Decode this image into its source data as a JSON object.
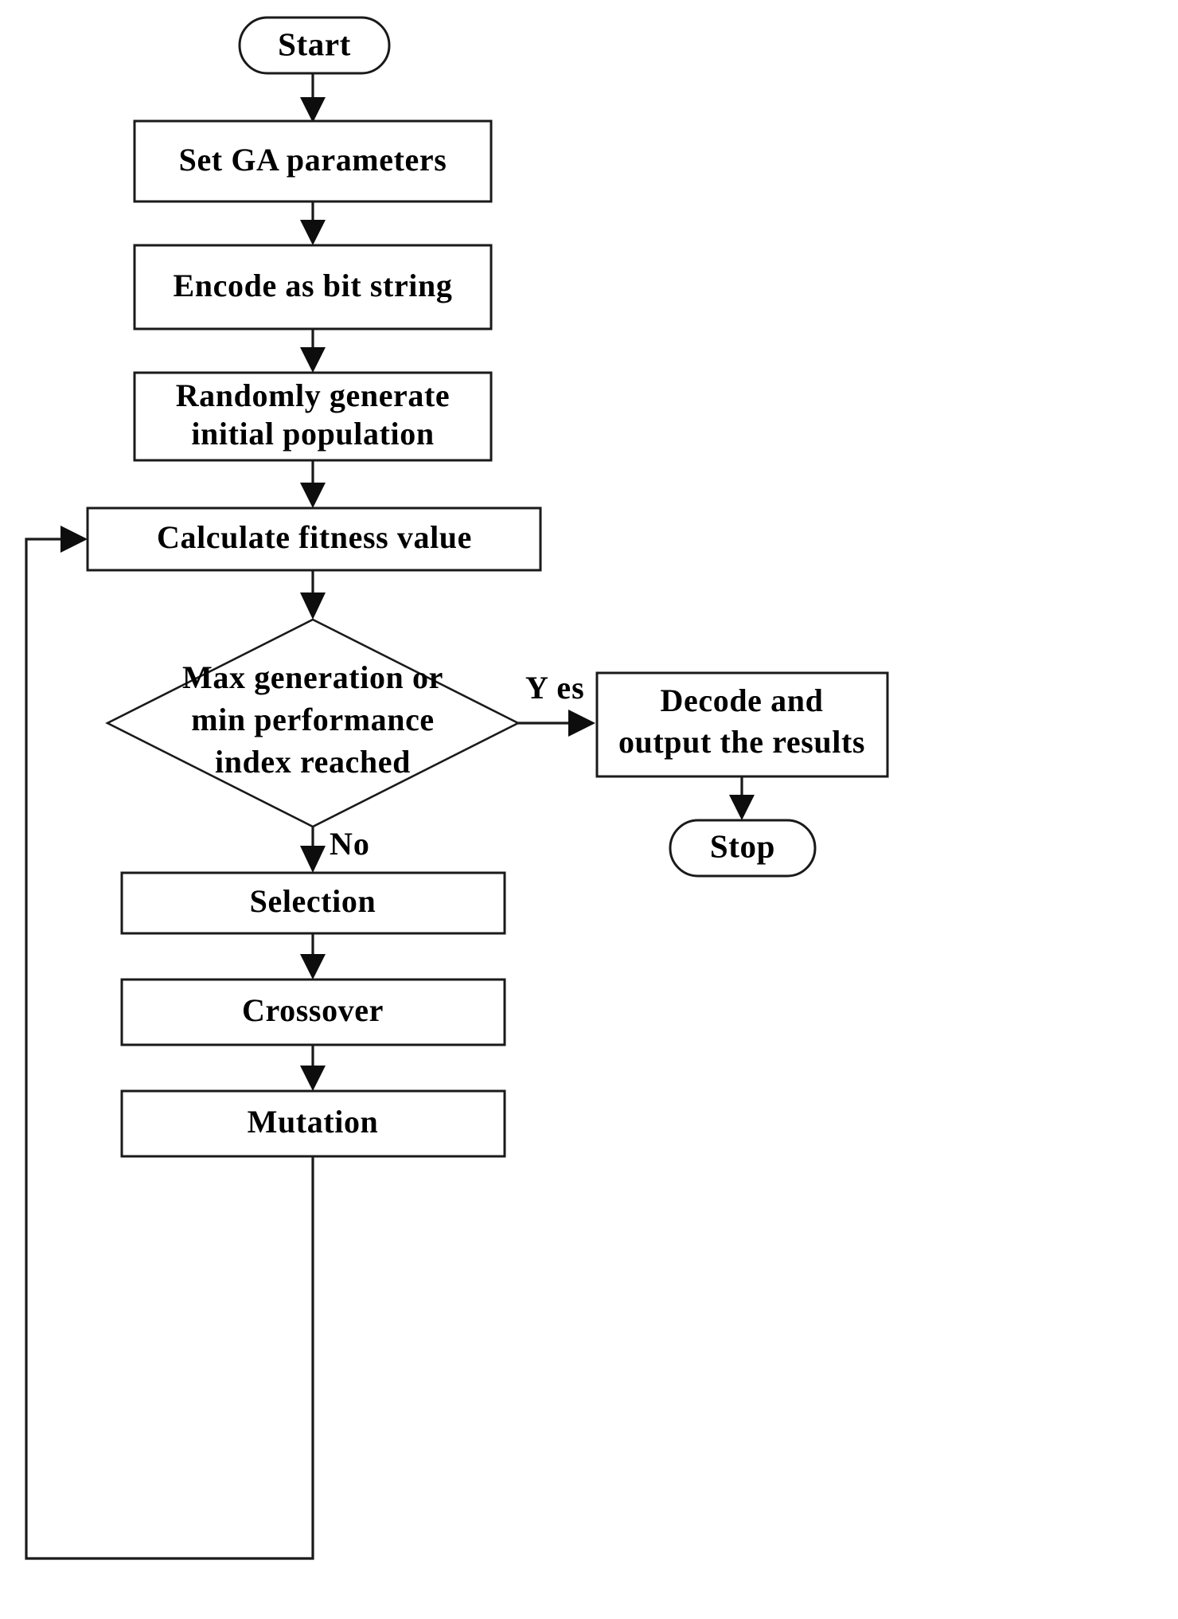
{
  "diagram": {
    "title": "Genetic Algorithm Flowchart",
    "colors": {
      "stroke": "#1a1a1a",
      "fill": "#ffffff",
      "text": "#000000"
    },
    "nodes": {
      "start": {
        "label": "Start",
        "shape": "terminal"
      },
      "set_params": {
        "label": "Set GA parameters",
        "shape": "process"
      },
      "encode": {
        "label": "Encode as bit string",
        "shape": "process"
      },
      "random_init_line1": {
        "label": "Randomly generate",
        "shape": "process"
      },
      "random_init_line2": {
        "label": "initial population",
        "shape": "process"
      },
      "calc_fitness": {
        "label": "Calculate fitness value",
        "shape": "process"
      },
      "decision_line1": {
        "label": "Max generation or",
        "shape": "decision"
      },
      "decision_line2": {
        "label": "min performance",
        "shape": "decision"
      },
      "decision_line3": {
        "label": "index reached",
        "shape": "decision"
      },
      "decode_line1": {
        "label": "Decode and",
        "shape": "process"
      },
      "decode_line2": {
        "label": "output the results",
        "shape": "process"
      },
      "stop": {
        "label": "Stop",
        "shape": "terminal"
      },
      "selection": {
        "label": "Selection",
        "shape": "process"
      },
      "crossover": {
        "label": "Crossover",
        "shape": "process"
      },
      "mutation": {
        "label": "Mutation",
        "shape": "process"
      }
    },
    "edge_labels": {
      "yes": "Y es",
      "no": "No"
    }
  }
}
